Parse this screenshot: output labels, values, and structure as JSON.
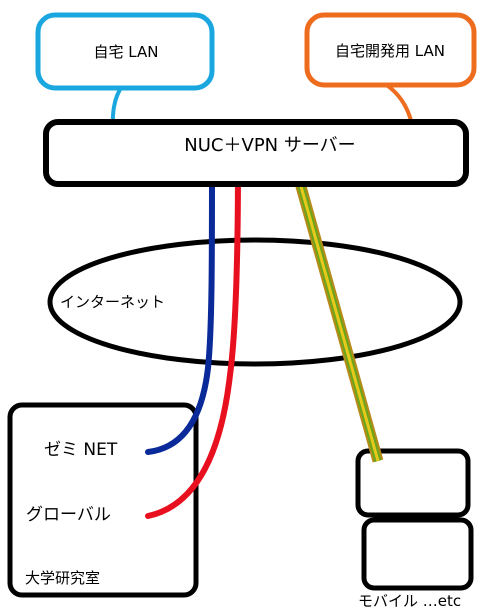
{
  "nodes": {
    "home_lan": {
      "label": "自宅 LAN",
      "border_color": "#1aa7e0"
    },
    "dev_lan": {
      "label": "自宅開発用 LAN",
      "border_color": "#ee6c1e"
    },
    "server": {
      "label": "NUC＋VPN サーバー",
      "border_color": "#000000"
    },
    "internet": {
      "label": "インターネット",
      "border_color": "#000000"
    },
    "university": {
      "label": "大学研究室",
      "seminar_net": "ゼミ NET",
      "global": "グローバル",
      "border_color": "#000000"
    },
    "mobile": {
      "label": "モバイル …etc",
      "border_color": "#000000"
    }
  },
  "links": {
    "home_lan_link_color": "#1aa7e0",
    "dev_lan_link_color": "#ee6c1e",
    "seminar_link_color": "#0a2a9a",
    "global_link_color": "#e8101e",
    "mobile_link_colors": [
      "#b78b18",
      "#6aa61c",
      "#e8c81a"
    ]
  }
}
